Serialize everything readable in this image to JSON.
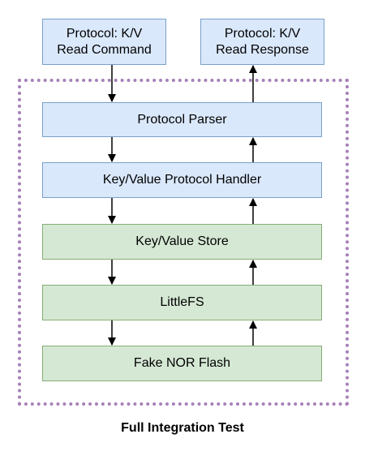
{
  "input_box": {
    "line1": "Protocol: K/V",
    "line2": "Read Command"
  },
  "output_box": {
    "line1": "Protocol: K/V",
    "line2": "Read Response"
  },
  "layers": [
    {
      "label": "Protocol Parser",
      "color": "#dae8fc"
    },
    {
      "label": "Key/Value Protocol Handler",
      "color": "#dae8fc"
    },
    {
      "label": "Key/Value Store",
      "color": "#d5e8d4"
    },
    {
      "label": "LittleFS",
      "color": "#d5e8d4"
    },
    {
      "label": "Fake NOR Flash",
      "color": "#d5e8d4"
    }
  ],
  "group_caption": "Full Integration Test",
  "colors": {
    "blue_fill": "#dae8fc",
    "green_fill": "#d5e8d4",
    "group_border": "#a680b8"
  }
}
